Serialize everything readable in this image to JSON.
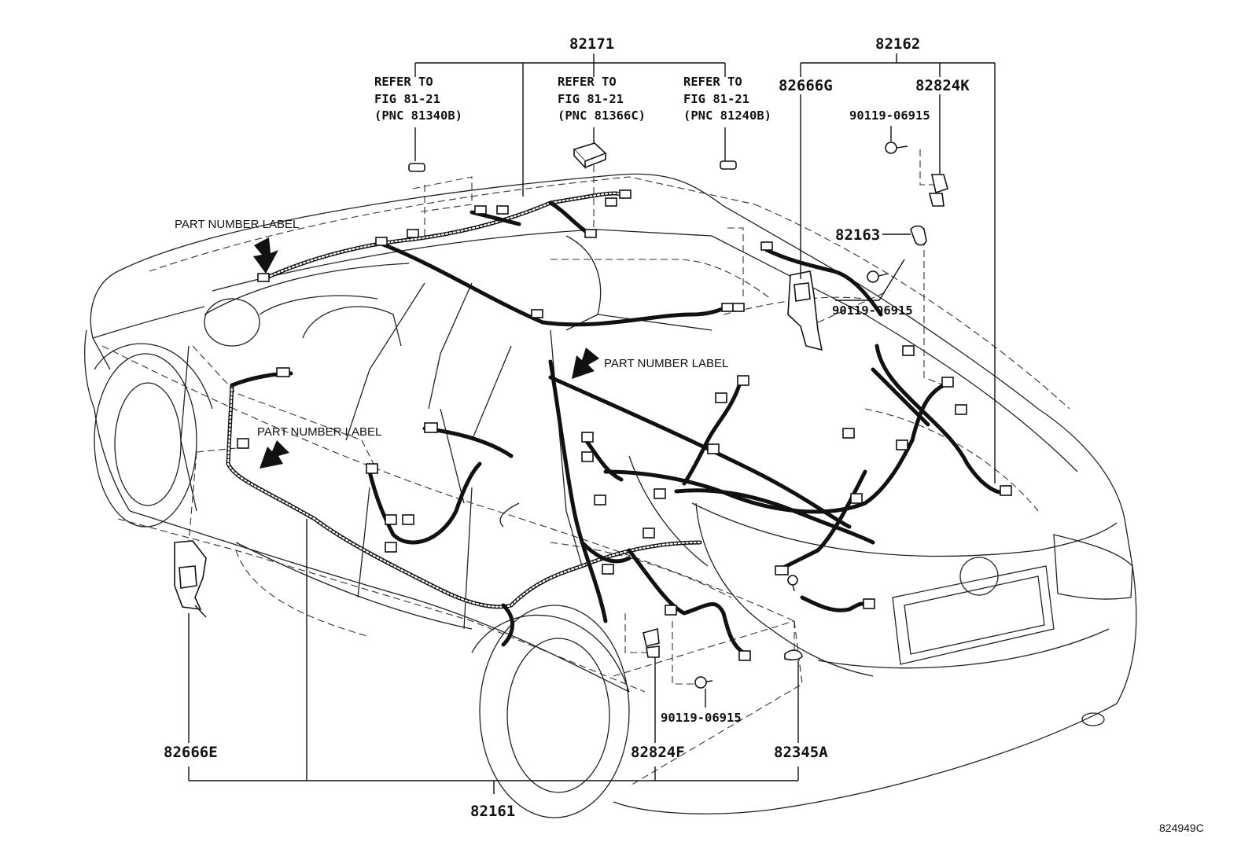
{
  "figure_id": "824949C",
  "parts": {
    "p82171": "82171",
    "p82162": "82162",
    "p82666G": "82666G",
    "p82824K": "82824K",
    "p82163": "82163",
    "p82161": "82161",
    "p82666E": "82666E",
    "p82824F": "82824F",
    "p82345A": "82345A",
    "bolt_top": "90119-06915",
    "bolt_mid": "90119-06915",
    "bolt_bottom": "90119-06915"
  },
  "refs": [
    {
      "line1": "REFER TO",
      "line2": "FIG 81-21",
      "line3": "(PNC 81340B)"
    },
    {
      "line1": "REFER TO",
      "line2": "FIG 81-21",
      "line3": "(PNC 81366C)"
    },
    {
      "line1": "REFER TO",
      "line2": "FIG 81-21",
      "line3": "(PNC 81240B)"
    }
  ],
  "labels": {
    "pnl_roof": "PART NUMBER LABEL",
    "pnl_center": "PART NUMBER LABEL",
    "pnl_floor": "PART NUMBER LABEL"
  }
}
